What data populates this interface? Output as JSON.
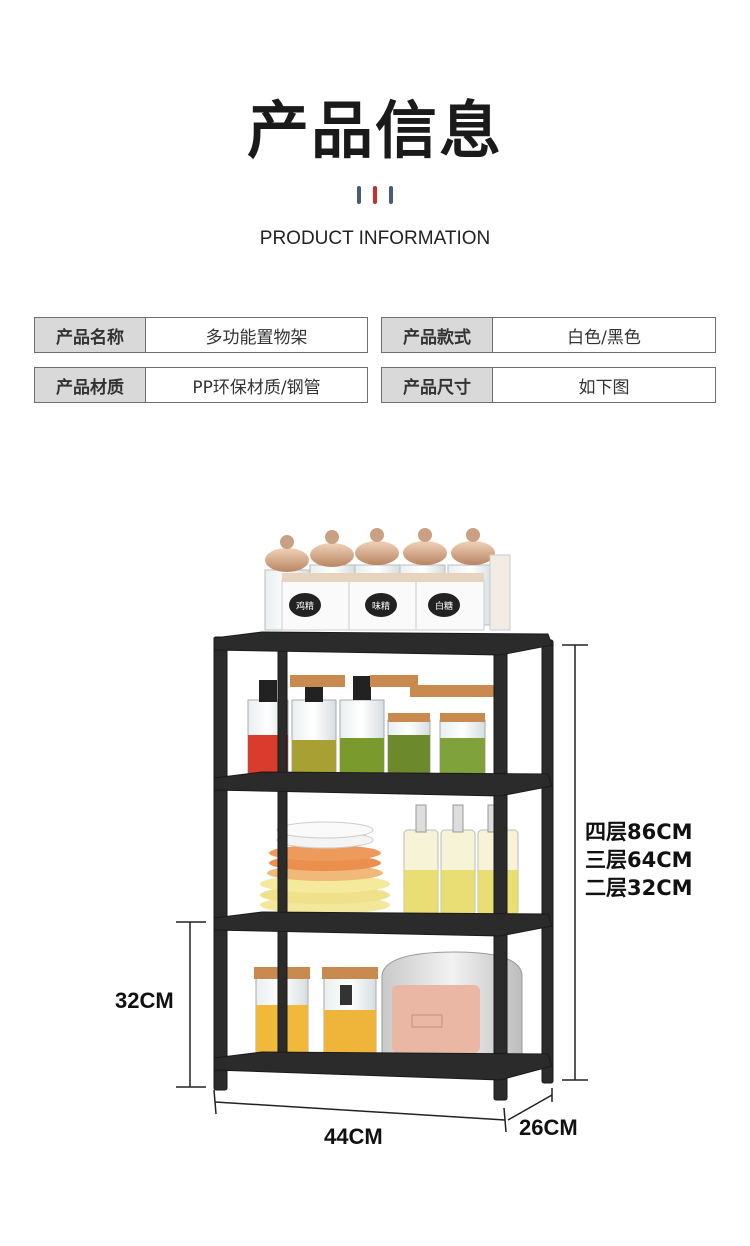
{
  "header": {
    "title": "产品信息",
    "subtitle": "PRODUCT INFORMATION",
    "accent_colors": [
      "#4a5a7a",
      "#d12a2a",
      "#4a5a7a"
    ]
  },
  "info": {
    "rows": [
      [
        {
          "label": "产品名称",
          "value": "多功能置物架"
        },
        {
          "label": "产品款式",
          "value": "白色/黑色"
        }
      ],
      [
        {
          "label": "产品材质",
          "value": "PP环保材质/钢管"
        },
        {
          "label": "产品尺寸",
          "value": "如下图"
        }
      ]
    ]
  },
  "dimensions": {
    "layer_heights": [
      "四层86CM",
      "三层64CM",
      "二层32CM"
    ],
    "shelf_gap": "32CM",
    "width": "44CM",
    "depth": "26CM"
  },
  "jar_labels": [
    "鸡精",
    "味精",
    "白糖"
  ]
}
